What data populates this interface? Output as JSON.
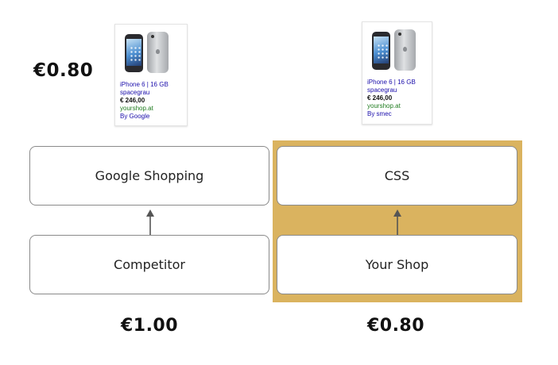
{
  "top_price": "€0.80",
  "cards": [
    {
      "title_line1": "iPhone 6 | 16 GB",
      "title_line2": "spacegrau",
      "price": "€ 246,00",
      "domain": "yourshop.at",
      "by": "By Google"
    },
    {
      "title_line1": "iPhone 6 | 16 GB",
      "title_line2": "spacegrau",
      "price": "€ 246,00",
      "domain": "yourshop.at",
      "by": "By smec"
    }
  ],
  "boxes": {
    "google_shopping": "Google Shopping",
    "competitor": "Competitor",
    "css": "CSS",
    "your_shop": "Your Shop"
  },
  "bottom_prices": {
    "left": "€1.00",
    "right": "€0.80"
  },
  "colors": {
    "highlight": "#dab35f",
    "arrow": "#555555",
    "box_border": "#8a8a8a"
  }
}
